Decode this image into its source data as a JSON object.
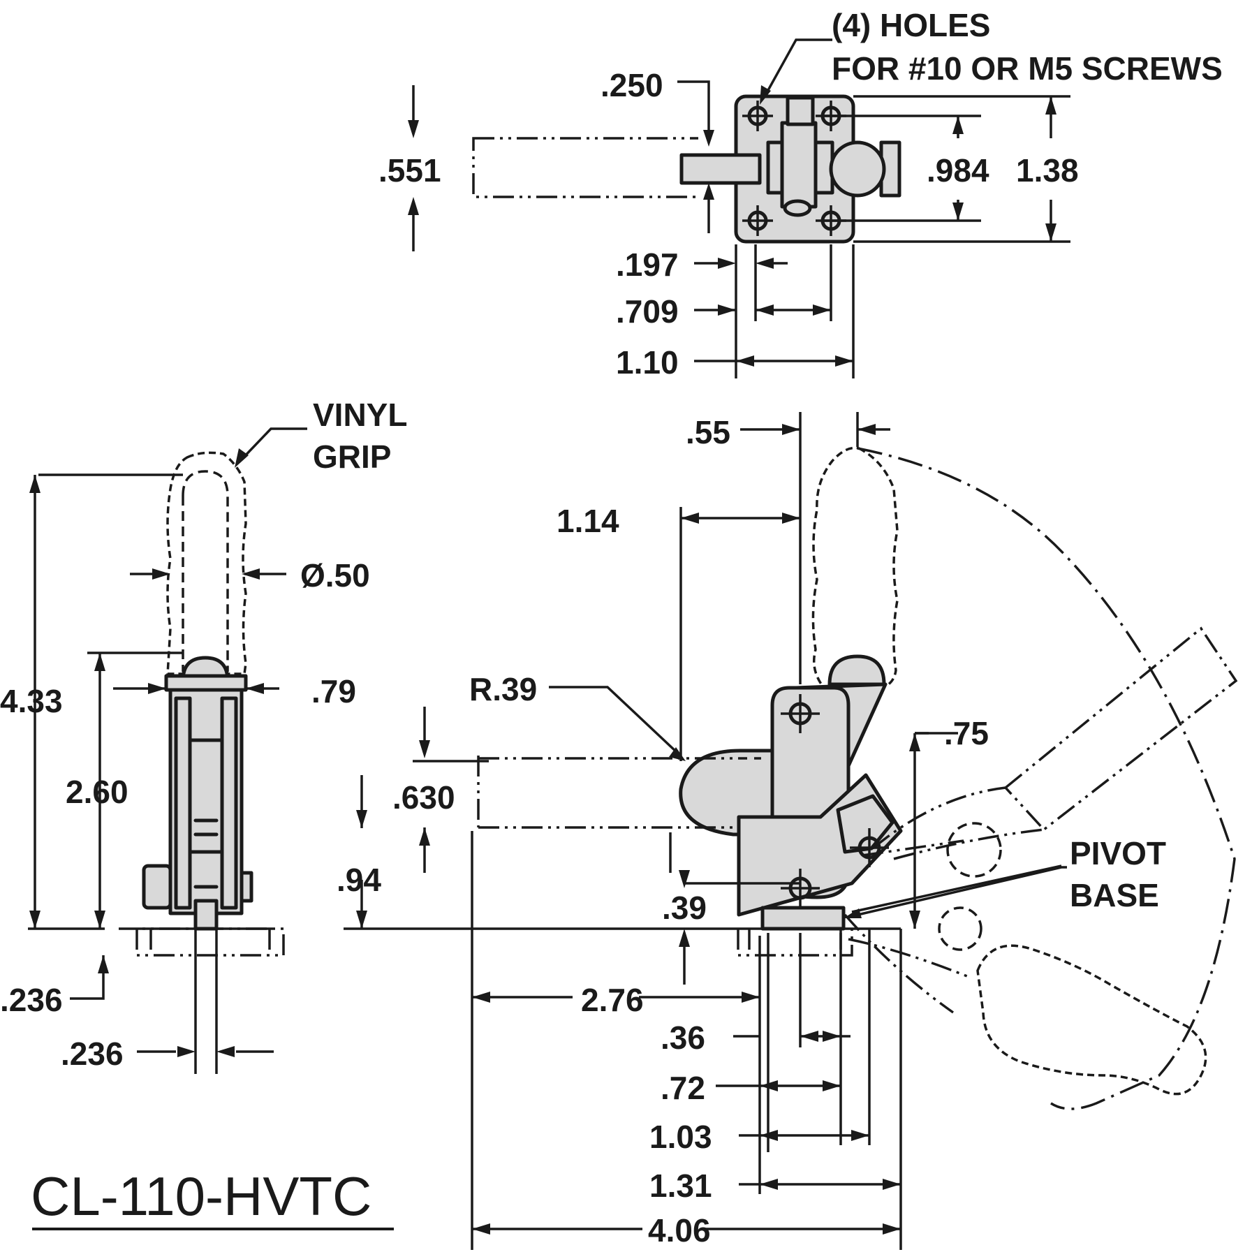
{
  "title": "CL-110-HVTC",
  "notes": {
    "holes_line1": "(4) HOLES",
    "holes_line2": "FOR #10 OR M5 SCREWS",
    "grip_line1": "VINYL",
    "grip_line2": "GRIP",
    "pivot_line1": "PIVOT",
    "pivot_line2": "BASE"
  },
  "dims": {
    "top_250": ".250",
    "top_551": ".551",
    "top_984": ".984",
    "top_138": "1.38",
    "top_197": ".197",
    "top_709": ".709",
    "top_110": "1.10",
    "left_433": "4.33",
    "left_dia50": "Ø.50",
    "left_79": ".79",
    "left_260": "2.60",
    "left_236a": ".236",
    "left_236b": ".236",
    "main_55": ".55",
    "main_114": "1.14",
    "main_r39": "R.39",
    "main_630": ".630",
    "main_94": ".94",
    "main_39": ".39",
    "main_75": ".75",
    "main_276": "2.76",
    "main_36": ".36",
    "main_72": ".72",
    "main_103": "1.03",
    "main_131": "1.31",
    "main_406": "4.06"
  }
}
